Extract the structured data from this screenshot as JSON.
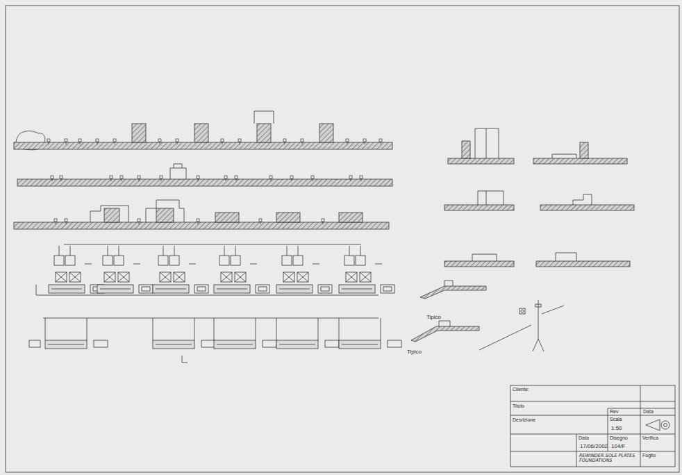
{
  "diagram": {
    "labels": [
      "Cliente:",
      "Titolo",
      "Desrizione",
      "Rev",
      "Data",
      "Scala",
      "1:50",
      "Data",
      "17/06/2002",
      "Disegno",
      "104/F",
      "Verifica",
      "Foglio",
      "REWINDER SOLE PLATES FOUNDATIONS",
      "Tipico",
      "Tipico"
    ]
  }
}
